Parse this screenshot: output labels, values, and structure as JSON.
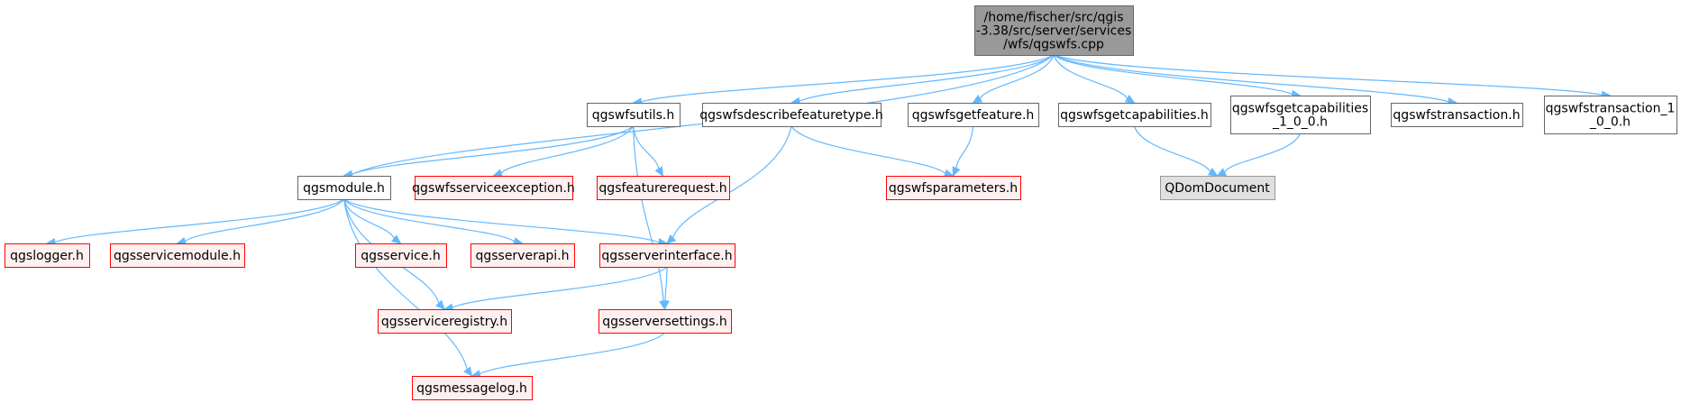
{
  "colors": {
    "edge": "#63b8ff",
    "root_fill": "#999999",
    "missing_border": "#ff0000",
    "missing_fill": "#fff0f0",
    "external_fill": "#e0e0e0"
  },
  "nodes": {
    "root": {
      "label": [
        "/home/fischer/src/qgis",
        "-3.38/src/server/services",
        "/wfs/qgswfs.cpp"
      ],
      "kind": "root"
    },
    "wfsutils": {
      "label": [
        "qgswfsutils.h"
      ],
      "kind": "plain"
    },
    "describe": {
      "label": [
        "qgswfsdescribefeaturetype.h"
      ],
      "kind": "plain"
    },
    "getfeature": {
      "label": [
        "qgswfsgetfeature.h"
      ],
      "kind": "plain"
    },
    "getcaps": {
      "label": [
        "qgswfsgetcapabilities.h"
      ],
      "kind": "plain"
    },
    "getcaps100": {
      "label": [
        "qgswfsgetcapabilities",
        "_1_0_0.h"
      ],
      "kind": "plain"
    },
    "transaction": {
      "label": [
        "qgswfstransaction.h"
      ],
      "kind": "plain"
    },
    "trans100": {
      "label": [
        "qgswfstransaction_1",
        "_0_0.h"
      ],
      "kind": "plain"
    },
    "module": {
      "label": [
        "qgsmodule.h"
      ],
      "kind": "plain"
    },
    "serviceexc": {
      "label": [
        "qgswfsserviceexception.h"
      ],
      "kind": "missing"
    },
    "featreq": {
      "label": [
        "qgsfeaturerequest.h"
      ],
      "kind": "missing"
    },
    "params": {
      "label": [
        "qgswfsparameters.h"
      ],
      "kind": "missing"
    },
    "qdom": {
      "label": [
        "QDomDocument"
      ],
      "kind": "external"
    },
    "logger": {
      "label": [
        "qgslogger.h"
      ],
      "kind": "missing"
    },
    "servicemod": {
      "label": [
        "qgsservicemodule.h"
      ],
      "kind": "missing"
    },
    "service": {
      "label": [
        "qgsservice.h"
      ],
      "kind": "missing"
    },
    "serverapi": {
      "label": [
        "qgsserverapi.h"
      ],
      "kind": "missing"
    },
    "serverif": {
      "label": [
        "qgsserverinterface.h"
      ],
      "kind": "missing"
    },
    "registry": {
      "label": [
        "qgsserviceregistry.h"
      ],
      "kind": "missing"
    },
    "settings": {
      "label": [
        "qgsserversettings.h"
      ],
      "kind": "missing"
    },
    "msglog": {
      "label": [
        "qgsmessagelog.h"
      ],
      "kind": "missing"
    }
  },
  "edges": [
    [
      "root",
      "module"
    ],
    [
      "root",
      "wfsutils"
    ],
    [
      "root",
      "describe"
    ],
    [
      "root",
      "getfeature"
    ],
    [
      "root",
      "getcaps"
    ],
    [
      "root",
      "getcaps100"
    ],
    [
      "root",
      "transaction"
    ],
    [
      "root",
      "trans100"
    ],
    [
      "wfsutils",
      "module"
    ],
    [
      "wfsutils",
      "serviceexc"
    ],
    [
      "wfsutils",
      "featreq"
    ],
    [
      "wfsutils",
      "settings"
    ],
    [
      "describe",
      "serverif"
    ],
    [
      "describe",
      "params"
    ],
    [
      "getfeature",
      "params"
    ],
    [
      "getcaps",
      "qdom"
    ],
    [
      "getcaps100",
      "qdom"
    ],
    [
      "module",
      "logger"
    ],
    [
      "module",
      "servicemod"
    ],
    [
      "module",
      "service"
    ],
    [
      "module",
      "serverapi"
    ],
    [
      "module",
      "serverif"
    ],
    [
      "module",
      "registry"
    ],
    [
      "module",
      "msglog"
    ],
    [
      "serverif",
      "registry"
    ],
    [
      "serverif",
      "settings"
    ],
    [
      "settings",
      "msglog"
    ]
  ]
}
